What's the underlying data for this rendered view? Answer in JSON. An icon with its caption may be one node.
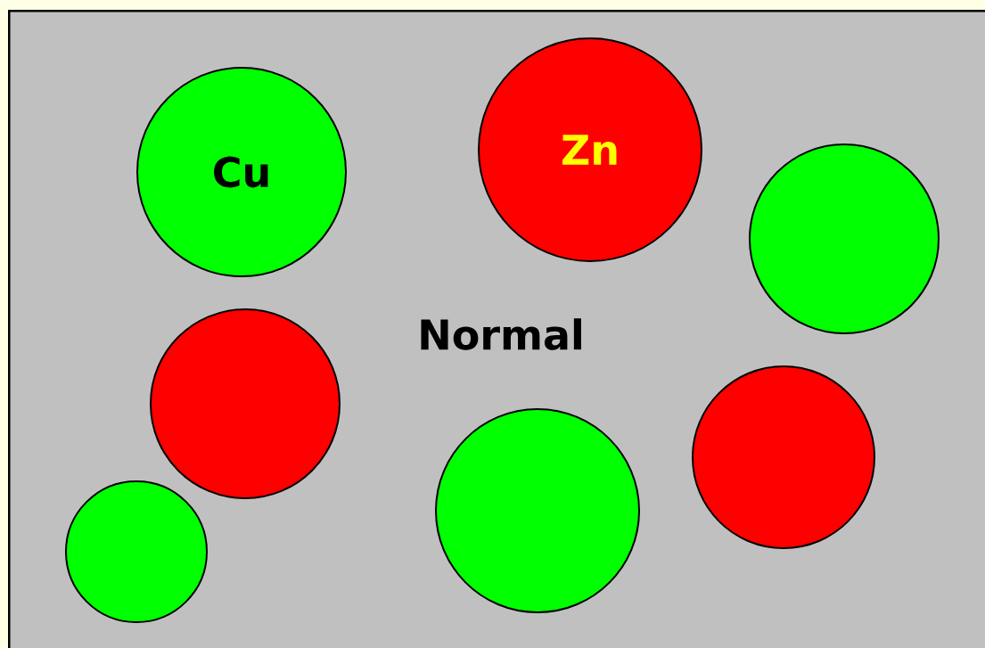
{
  "diagram": {
    "nodes": [
      {
        "text": [
          "Normal"
        ]
      },
      {
        "text": [
          "Cu"
        ],
        "in": 0
      },
      {
        "text": [
          "Zn"
        ],
        "in": 0
      },
      {
        "text": [],
        "shape": "circle",
        "in": 0
      },
      {
        "text": [],
        "shape": "circle",
        "in": 0
      },
      {
        "text": [],
        "shape": "circle",
        "in": 0
      },
      {
        "text": [],
        "shape": "circle",
        "in": 0
      },
      {
        "text": [],
        "shape": "circle",
        "in": 0
      }
    ]
  }
}
